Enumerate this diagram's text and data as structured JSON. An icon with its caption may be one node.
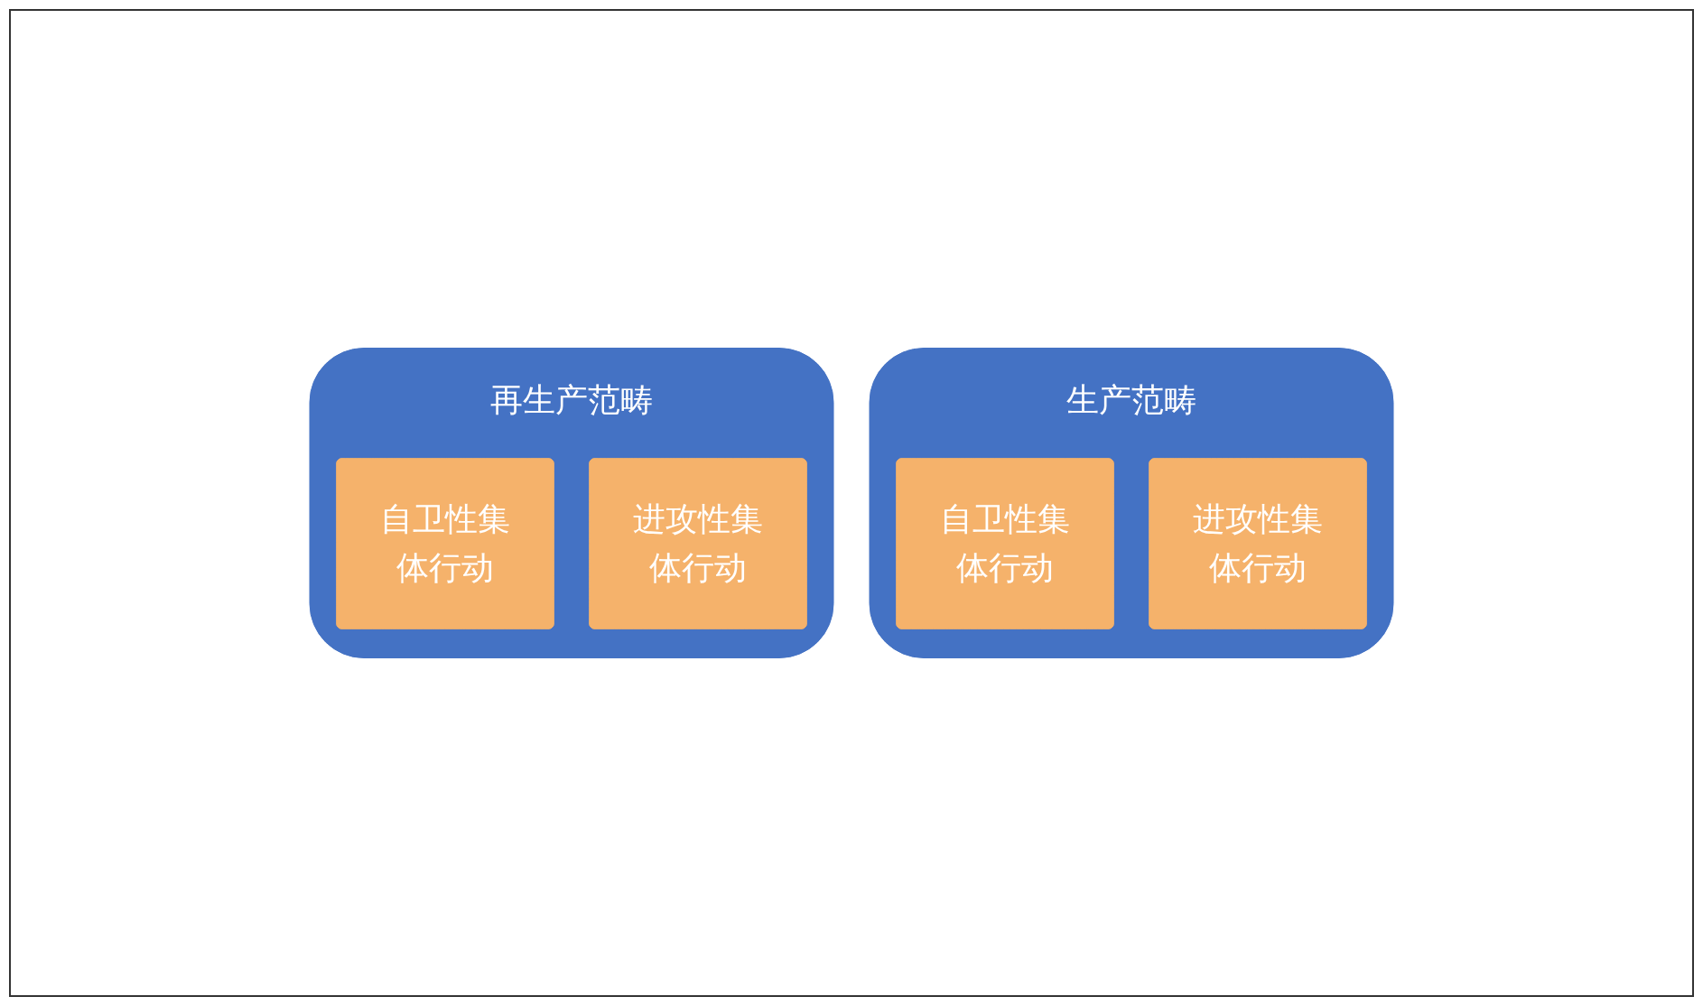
{
  "diagram": {
    "nodes": [
      {
        "text": [
          "生产范畴"
        ]
      },
      {
        "text": [
          "自卫性集体行动"
        ],
        "in": 0
      },
      {
        "text": [
          "进攻性集体行动"
        ],
        "in": 0
      },
      {
        "text": [
          "再生产范畴"
        ]
      },
      {
        "text": [
          "自卫性集体行动"
        ],
        "in": 3
      },
      {
        "text": [
          "进攻性集体行动"
        ],
        "in": 3
      }
    ]
  }
}
